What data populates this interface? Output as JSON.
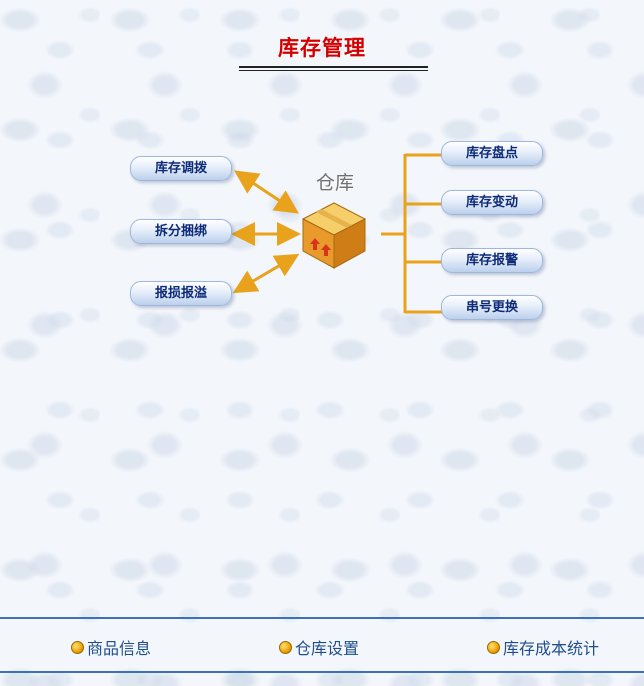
{
  "page_title": "库存管理",
  "center": {
    "label": "仓库"
  },
  "left_buttons": [
    {
      "label": "库存调拨"
    },
    {
      "label": "拆分捆绑"
    },
    {
      "label": "报损报溢"
    }
  ],
  "right_buttons": [
    {
      "label": "库存盘点"
    },
    {
      "label": "库存变动"
    },
    {
      "label": "库存报警"
    },
    {
      "label": "串号更换"
    }
  ],
  "bottom_nav": [
    {
      "label": "商品信息"
    },
    {
      "label": "仓库设置"
    },
    {
      "label": "库存成本统计"
    }
  ],
  "colors": {
    "title": "#d20000",
    "button_text": "#0d2a78",
    "connector": "#e8a21c",
    "nav_text": "#1f4e8e",
    "divider": "#3a72b5"
  }
}
